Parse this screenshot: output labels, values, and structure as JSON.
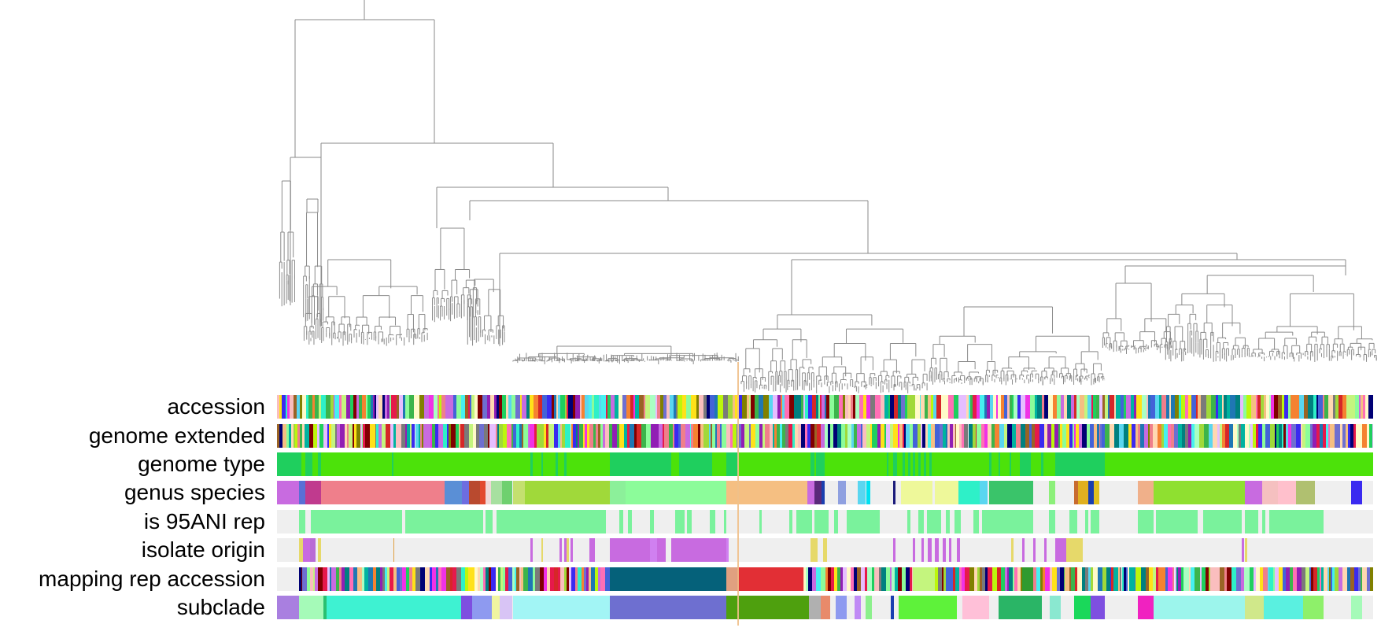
{
  "rows": [
    {
      "label": "accession",
      "mode": "dense",
      "seed": 11
    },
    {
      "label": "genome extended",
      "mode": "dense",
      "seed": 23
    },
    {
      "label": "genome type",
      "base": "#4ce20a",
      "bands": [
        [
          0,
          0.022,
          "#1fcf5e"
        ],
        [
          0.026,
          0.032,
          "#1fcf5e"
        ],
        [
          0.037,
          0.04,
          "#1fcf5e"
        ],
        [
          0.105,
          0.106,
          "#1fcf5e"
        ],
        [
          0.231,
          0.233,
          "#1fcf5e"
        ],
        [
          0.241,
          0.243,
          "#1fcf5e"
        ],
        [
          0.254,
          0.256,
          "#1fcf5e"
        ],
        [
          0.262,
          0.264,
          "#1fcf5e"
        ],
        [
          0.304,
          0.36,
          "#1fcf5e"
        ],
        [
          0.367,
          0.397,
          "#1fcf5e"
        ],
        [
          0.41,
          0.421,
          "#1fcf5e"
        ],
        [
          0.487,
          0.49,
          "#1fcf5e"
        ],
        [
          0.492,
          0.5,
          "#1fcf5e"
        ],
        [
          0.556,
          0.558,
          "#1fcf5e"
        ],
        [
          0.562,
          0.566,
          "#1fcf5e"
        ],
        [
          0.571,
          0.573,
          "#1fcf5e"
        ],
        [
          0.576,
          0.578,
          "#1fcf5e"
        ],
        [
          0.58,
          0.582,
          "#1fcf5e"
        ],
        [
          0.585,
          0.587,
          "#1fcf5e"
        ],
        [
          0.59,
          0.592,
          "#1fcf5e"
        ],
        [
          0.595,
          0.597,
          "#1fcf5e"
        ],
        [
          0.65,
          0.652,
          "#1fcf5e"
        ],
        [
          0.658,
          0.66,
          "#1fcf5e"
        ],
        [
          0.668,
          0.67,
          "#1fcf5e"
        ],
        [
          0.678,
          0.688,
          "#1fcf5e"
        ],
        [
          0.697,
          0.699,
          "#1fcf5e"
        ],
        [
          0.71,
          0.755,
          "#1fcf5e"
        ]
      ]
    },
    {
      "label": "genus species",
      "bars": [
        [
          0,
          0.02,
          "#c86be0"
        ],
        [
          0.02,
          0.026,
          "#5a6fd6"
        ],
        [
          0.026,
          0.04,
          "#c03a8e"
        ],
        [
          0.04,
          0.153,
          "#ef7f8b"
        ],
        [
          0.153,
          0.169,
          "#5a8fd6"
        ],
        [
          0.169,
          0.175,
          "#6d6de0"
        ],
        [
          0.175,
          0.185,
          "#b94a2f"
        ],
        [
          0.185,
          0.19,
          "#e24a2f"
        ],
        [
          0.19,
          0.195,
          "#f0d8d8"
        ],
        [
          0.195,
          0.205,
          "#a7e0a0"
        ],
        [
          0.205,
          0.215,
          "#6fd06f"
        ],
        [
          0.215,
          0.226,
          "#c4e06f"
        ],
        [
          0.226,
          0.304,
          "#a0d93a"
        ],
        [
          0.304,
          0.318,
          "#8cf09a"
        ],
        [
          0.318,
          0.41,
          "#8cfc9a"
        ],
        [
          0.41,
          0.484,
          "#f5bf82"
        ],
        [
          0.484,
          0.49,
          "#c86be0"
        ],
        [
          0.49,
          0.497,
          "#5a2a7a"
        ],
        [
          0.497,
          0.5,
          "#1a3fb0"
        ],
        [
          0.512,
          0.519,
          "#8fa0e0"
        ],
        [
          0.53,
          0.537,
          "#5ad6f0"
        ],
        [
          0.538,
          0.541,
          "#00e0f0"
        ],
        [
          0.562,
          0.564,
          "#1a1a7a"
        ],
        [
          0.569,
          0.598,
          "#eef89a"
        ],
        [
          0.6,
          0.623,
          "#eef89a"
        ],
        [
          0.622,
          0.641,
          "#2ef0c8"
        ],
        [
          0.641,
          0.648,
          "#5ad6f0"
        ],
        [
          0.65,
          0.69,
          "#3ac46a"
        ],
        [
          0.704,
          0.71,
          "#8cf07a"
        ],
        [
          0.727,
          0.731,
          "#c86b2f"
        ],
        [
          0.731,
          0.74,
          "#e0b020"
        ],
        [
          0.74,
          0.745,
          "#1a3fb0"
        ],
        [
          0.745,
          0.75,
          "#e0c020"
        ],
        [
          0.785,
          0.8,
          "#f0b08a"
        ],
        [
          0.8,
          0.883,
          "#8fe030"
        ],
        [
          0.883,
          0.899,
          "#c86be0"
        ],
        [
          0.899,
          0.913,
          "#f5c0c0"
        ],
        [
          0.913,
          0.93,
          "#ffc0cc"
        ],
        [
          0.93,
          0.947,
          "#b0c070"
        ],
        [
          0.98,
          0.99,
          "#3a2af0"
        ]
      ]
    },
    {
      "label": "is 95ANI rep",
      "bars": [
        [
          0.02,
          0.026,
          "#7af29c"
        ],
        [
          0.031,
          0.04,
          "#7af29c"
        ],
        [
          0.04,
          0.114,
          "#7af29c"
        ],
        [
          0.117,
          0.153,
          "#7af29c"
        ],
        [
          0.153,
          0.188,
          "#7af29c"
        ],
        [
          0.19,
          0.197,
          "#7af29c"
        ],
        [
          0.2,
          0.235,
          "#7af29c"
        ],
        [
          0.235,
          0.3,
          "#7af29c"
        ],
        [
          0.312,
          0.316,
          "#7af29c"
        ],
        [
          0.32,
          0.324,
          "#7af29c"
        ],
        [
          0.34,
          0.344,
          "#7af29c"
        ],
        [
          0.363,
          0.372,
          "#7af29c"
        ],
        [
          0.374,
          0.378,
          "#7af29c"
        ],
        [
          0.395,
          0.4,
          "#7af29c"
        ],
        [
          0.408,
          0.41,
          "#7af29c"
        ],
        [
          0.44,
          0.442,
          "#7af29c"
        ],
        [
          0.467,
          0.47,
          "#7af29c"
        ],
        [
          0.474,
          0.488,
          "#7af29c"
        ],
        [
          0.49,
          0.503,
          "#7af29c"
        ],
        [
          0.508,
          0.512,
          "#7af29c"
        ],
        [
          0.52,
          0.55,
          "#7af29c"
        ],
        [
          0.575,
          0.578,
          "#7af29c"
        ],
        [
          0.585,
          0.59,
          "#7af29c"
        ],
        [
          0.593,
          0.6,
          "#7af29c"
        ],
        [
          0.6,
          0.606,
          "#7af29c"
        ],
        [
          0.61,
          0.614,
          "#7af29c"
        ],
        [
          0.618,
          0.624,
          "#7af29c"
        ],
        [
          0.635,
          0.64,
          "#7af29c"
        ],
        [
          0.643,
          0.65,
          "#7af29c"
        ],
        [
          0.65,
          0.69,
          "#7af29c"
        ],
        [
          0.704,
          0.71,
          "#7af29c"
        ],
        [
          0.723,
          0.73,
          "#7af29c"
        ],
        [
          0.737,
          0.74,
          "#7af29c"
        ],
        [
          0.742,
          0.75,
          "#7af29c"
        ],
        [
          0.785,
          0.8,
          "#7af29c"
        ],
        [
          0.802,
          0.84,
          "#7af29c"
        ],
        [
          0.845,
          0.88,
          "#7af29c"
        ],
        [
          0.883,
          0.895,
          "#7af29c"
        ],
        [
          0.899,
          0.902,
          "#7af29c"
        ],
        [
          0.905,
          0.93,
          "#7af29c"
        ],
        [
          0.93,
          0.955,
          "#7af29c"
        ]
      ]
    },
    {
      "label": "isolate origin",
      "bars": [
        [
          0.02,
          0.024,
          "#e6d96a"
        ],
        [
          0.024,
          0.03,
          "#c86be0"
        ],
        [
          0.03,
          0.035,
          "#b96bd6"
        ],
        [
          0.037,
          0.04,
          "#e6d96a"
        ],
        [
          0.106,
          0.107,
          "#e0a040"
        ],
        [
          0.231,
          0.233,
          "#c86be0"
        ],
        [
          0.241,
          0.243,
          "#e6d96a"
        ],
        [
          0.258,
          0.26,
          "#c86be0"
        ],
        [
          0.262,
          0.264,
          "#c86be0"
        ],
        [
          0.264,
          0.266,
          "#e6d96a"
        ],
        [
          0.268,
          0.27,
          "#c86be0"
        ],
        [
          0.285,
          0.29,
          "#c86be0"
        ],
        [
          0.304,
          0.34,
          "#c86be0"
        ],
        [
          0.34,
          0.347,
          "#d080f0"
        ],
        [
          0.347,
          0.355,
          "#c86be0"
        ],
        [
          0.36,
          0.365,
          "#c86be0"
        ],
        [
          0.365,
          0.41,
          "#c86be0"
        ],
        [
          0.41,
          0.412,
          "#d080f0"
        ],
        [
          0.487,
          0.493,
          "#e6d96a"
        ],
        [
          0.498,
          0.502,
          "#e6d96a"
        ],
        [
          0.562,
          0.564,
          "#c86be0"
        ],
        [
          0.58,
          0.582,
          "#c86be0"
        ],
        [
          0.588,
          0.59,
          "#c86be0"
        ],
        [
          0.594,
          0.597,
          "#c86be0"
        ],
        [
          0.6,
          0.604,
          "#c86be0"
        ],
        [
          0.607,
          0.61,
          "#c86be0"
        ],
        [
          0.613,
          0.615,
          "#c86be0"
        ],
        [
          0.62,
          0.623,
          "#c86be0"
        ],
        [
          0.67,
          0.672,
          "#e6d96a"
        ],
        [
          0.68,
          0.682,
          "#c86be0"
        ],
        [
          0.69,
          0.692,
          "#c86be0"
        ],
        [
          0.7,
          0.702,
          "#c86be0"
        ],
        [
          0.71,
          0.72,
          "#c86be0"
        ],
        [
          0.72,
          0.722,
          "#e6d96a"
        ],
        [
          0.722,
          0.735,
          "#e6d96a"
        ],
        [
          0.88,
          0.882,
          "#c86be0"
        ],
        [
          0.883,
          0.885,
          "#e6d96a"
        ]
      ]
    },
    {
      "label": "mapping rep accession",
      "mode": "dense-mixed",
      "seed": 47,
      "blocks": [
        [
          0.304,
          0.37,
          "#05617a"
        ],
        [
          0.37,
          0.41,
          "#05617a"
        ],
        [
          0.41,
          0.42,
          "#e0a080"
        ],
        [
          0.42,
          0.48,
          "#e22f35"
        ],
        [
          0.58,
          0.6,
          "#c4f57e"
        ],
        [
          0.68,
          0.69,
          "#2f9a2f"
        ]
      ]
    },
    {
      "label": "subclade",
      "bars": [
        [
          0,
          0.02,
          "#a97fe0"
        ],
        [
          0.02,
          0.042,
          "#a5fab8"
        ],
        [
          0.042,
          0.045,
          "#2ac070"
        ],
        [
          0.045,
          0.168,
          "#3ef2d2"
        ],
        [
          0.168,
          0.178,
          "#7e4fe0"
        ],
        [
          0.178,
          0.196,
          "#8e9af0"
        ],
        [
          0.196,
          0.203,
          "#f0f5a0"
        ],
        [
          0.203,
          0.215,
          "#d8c4f5"
        ],
        [
          0.215,
          0.304,
          "#a2f5f5"
        ],
        [
          0.304,
          0.41,
          "#6e6fd0"
        ],
        [
          0.41,
          0.485,
          "#4ea00e"
        ],
        [
          0.485,
          0.496,
          "#b0b0b0"
        ],
        [
          0.496,
          0.505,
          "#e88a6a"
        ],
        [
          0.51,
          0.52,
          "#8e9af0"
        ],
        [
          0.527,
          0.533,
          "#c08af5"
        ],
        [
          0.537,
          0.543,
          "#8cf08c"
        ],
        [
          0.56,
          0.563,
          "#1a3fb0"
        ],
        [
          0.567,
          0.62,
          "#5ef23a"
        ],
        [
          0.625,
          0.65,
          "#ffc0d8"
        ],
        [
          0.658,
          0.698,
          "#2ab566"
        ],
        [
          0.705,
          0.715,
          "#8ae8d0"
        ],
        [
          0.727,
          0.742,
          "#1ad85a"
        ],
        [
          0.742,
          0.755,
          "#7e4fe0"
        ],
        [
          0.785,
          0.8,
          "#f022c0"
        ],
        [
          0.8,
          0.883,
          "#9cf5ec"
        ],
        [
          0.883,
          0.9,
          "#d0e88a"
        ],
        [
          0.9,
          0.936,
          "#5af0e0"
        ],
        [
          0.936,
          0.955,
          "#8ef06a"
        ],
        [
          0.98,
          0.99,
          "#a5fab8"
        ]
      ]
    }
  ]
}
